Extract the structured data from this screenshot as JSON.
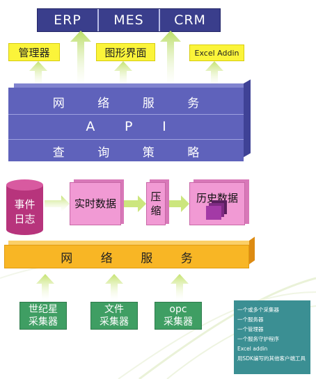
{
  "top_systems": [
    "ERP",
    "MES",
    "CRM"
  ],
  "clients": [
    "管理器",
    "图形界面",
    "Excel Addin"
  ],
  "api_layer": {
    "rows": [
      [
        "网",
        "络",
        "服",
        "务"
      ],
      [
        "A",
        "P",
        "I"
      ],
      [
        "查",
        "询",
        "策",
        "略"
      ]
    ]
  },
  "data_layer": {
    "event_log": [
      "事件",
      "日志"
    ],
    "realtime": "实时数据",
    "compress": [
      "压",
      "缩"
    ],
    "history": "历史数据"
  },
  "network_service": [
    "网",
    "络",
    "服",
    "务"
  ],
  "collectors": [
    {
      "line1": "世纪星",
      "line2": "采集器"
    },
    {
      "line1": "文件",
      "line2": "采集器"
    },
    {
      "line1": "opc",
      "line2": "采集器"
    }
  ],
  "legend_items": [
    "一个或多个采集器",
    "一个服务器",
    "一个管理器",
    "一个服务守护程序",
    "Excel addin",
    "用SDK编写的其他客户端工具"
  ],
  "colors": {
    "top_bar": "#3a3e8c",
    "client": "#fbf43a",
    "api": "#5f62bb",
    "data_block": "#f19ad4",
    "cylinder": "#b7347c",
    "network": "#f8b625",
    "collector": "#3f9e63",
    "legend": "#3b8f93",
    "arrow": "#c8e57a"
  }
}
